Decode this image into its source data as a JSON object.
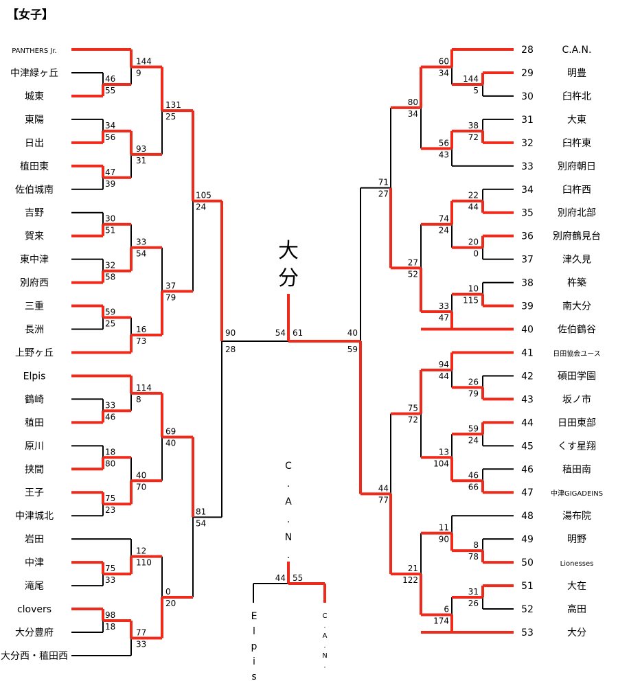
{
  "title": "【女子】",
  "champion": "大分",
  "left_teams": [
    "PANTHERS Jr.",
    "中津緑ヶ丘",
    "城東",
    "東陽",
    "日出",
    "植田東",
    "佐伯城南",
    "吉野",
    "賀来",
    "東中津",
    "別府西",
    "三重",
    "長洲",
    "上野ヶ丘",
    "Elpis",
    "鶴崎",
    "稙田",
    "原川",
    "挟間",
    "王子",
    "中津城北",
    "岩田",
    "中津",
    "滝尾",
    "clovers",
    "大分豊府",
    "大分西・稙田西"
  ],
  "right_teams": [
    {
      "num": "28",
      "name": "C.A.N."
    },
    {
      "num": "29",
      "name": "明豊"
    },
    {
      "num": "30",
      "name": "臼杵北"
    },
    {
      "num": "31",
      "name": "大東"
    },
    {
      "num": "32",
      "name": "臼杵東"
    },
    {
      "num": "33",
      "name": "別府朝日"
    },
    {
      "num": "34",
      "name": "臼杵西"
    },
    {
      "num": "35",
      "name": "別府北部"
    },
    {
      "num": "36",
      "name": "別府鶴見台"
    },
    {
      "num": "37",
      "name": "津久見"
    },
    {
      "num": "38",
      "name": "杵築"
    },
    {
      "num": "39",
      "name": "南大分"
    },
    {
      "num": "40",
      "name": "佐伯鶴谷"
    },
    {
      "num": "41",
      "name": "日田協会ユース"
    },
    {
      "num": "42",
      "name": "碩田学園"
    },
    {
      "num": "43",
      "name": "坂ノ市"
    },
    {
      "num": "44",
      "name": "日田東部"
    },
    {
      "num": "45",
      "name": "くす星翔"
    },
    {
      "num": "46",
      "name": "稙田南"
    },
    {
      "num": "47",
      "name": "中津GIGADEINS"
    },
    {
      "num": "48",
      "name": "湯布院"
    },
    {
      "num": "49",
      "name": "明野"
    },
    {
      "num": "50",
      "name": "Lionesses"
    },
    {
      "num": "51",
      "name": "大在"
    },
    {
      "num": "52",
      "name": "高田"
    },
    {
      "num": "53",
      "name": "大分"
    }
  ],
  "left_scores": {
    "r1": [
      [
        "46",
        "55"
      ],
      [
        "34",
        "56"
      ],
      [
        "47",
        "39"
      ],
      [
        "30",
        "51"
      ],
      [
        "32",
        "58"
      ],
      [
        "59",
        "25"
      ],
      [
        "33",
        "46"
      ],
      [
        "18",
        "80"
      ],
      [
        "75",
        "23"
      ],
      [
        "75",
        "33"
      ],
      [
        "98",
        "18"
      ]
    ],
    "r2": [
      [
        "144",
        "9"
      ],
      [
        "93",
        "31"
      ],
      [
        "33",
        "54"
      ],
      [
        "16",
        "73"
      ],
      [
        "114",
        "8"
      ],
      [
        "40",
        "70"
      ],
      [
        "12",
        "110"
      ],
      [
        "77",
        "33"
      ]
    ],
    "r3": [
      [
        "131",
        "25"
      ],
      [
        "37",
        "79"
      ],
      [
        "69",
        "40"
      ],
      [
        "0",
        "20"
      ]
    ],
    "r4": [
      [
        "105",
        "24"
      ],
      [
        "81",
        "54"
      ]
    ],
    "r5": [
      "90",
      "28"
    ]
  },
  "right_scores": {
    "r1": [
      [
        "144",
        "5"
      ],
      [
        "38",
        "72"
      ],
      [
        "22",
        "44"
      ],
      [
        "20",
        "0"
      ],
      [
        "10",
        "115"
      ],
      [
        "26",
        "79"
      ],
      [
        "59",
        "24"
      ],
      [
        "46",
        "66"
      ],
      [
        "8",
        "78"
      ],
      [
        "31",
        "26"
      ]
    ],
    "r2": [
      [
        "60",
        "34"
      ],
      [
        "56",
        "43"
      ],
      [
        "74",
        "24"
      ],
      [
        "33",
        "47"
      ],
      [
        "94",
        "44"
      ],
      [
        "13",
        "104"
      ],
      [
        "11",
        "90"
      ],
      [
        "6",
        "174"
      ]
    ],
    "r3": [
      [
        "80",
        "34"
      ],
      [
        "27",
        "52"
      ],
      [
        "75",
        "72"
      ],
      [
        "21",
        "122"
      ]
    ],
    "r4": [
      [
        "71",
        "27"
      ],
      [
        "44",
        "77"
      ]
    ],
    "r5": [
      "40",
      "59"
    ]
  },
  "final_scores": [
    "54",
    "61"
  ],
  "third_place": {
    "top_label": "C.A.N.",
    "left_team": "Elpis",
    "right_team": "C.A.N.",
    "scores": [
      "44",
      "55"
    ]
  }
}
